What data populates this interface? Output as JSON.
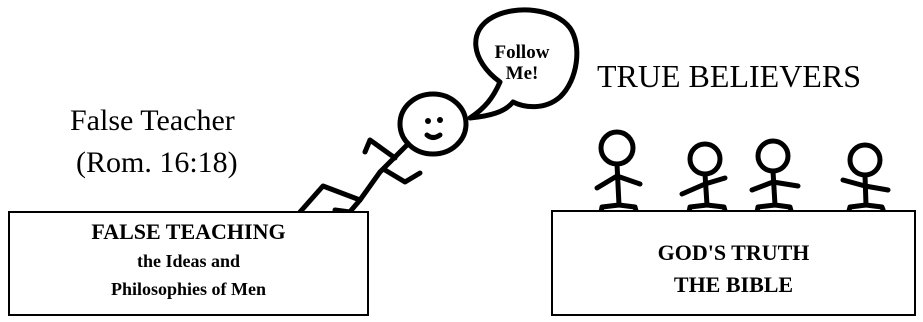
{
  "false_teacher": {
    "title": "False Teacher",
    "reference": "(Rom. 16:18)",
    "speech": [
      "Follow",
      "Me!"
    ]
  },
  "believers": {
    "title": "TRUE BELIEVERS",
    "count": 4
  },
  "false_teaching_box": {
    "line1": "FALSE TEACHING",
    "line2": "the Ideas and",
    "line3": "Philosophies of Men"
  },
  "truth_box": {
    "line1": "GOD'S TRUTH",
    "line2": "THE BIBLE"
  }
}
